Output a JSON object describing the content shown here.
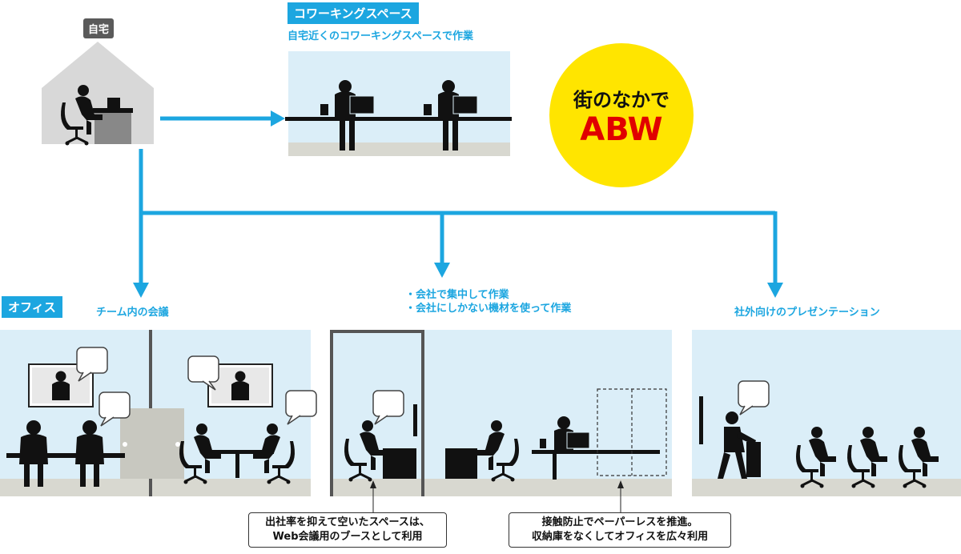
{
  "labels": {
    "home": "自宅",
    "coworking_tag": "コワーキングスペース",
    "coworking_caption": "自宅近くのコワーキングスペースで作業",
    "office_tag": "オフィス",
    "team_meeting": "チーム内の会議",
    "focus_line1": "・会社で集中して作業",
    "focus_line2": "・会社にしかない機材を使って作業",
    "presentation": "社外向けのプレゼンテーション"
  },
  "badge": {
    "line1": "街のなかで",
    "line2": "ABW"
  },
  "callouts": {
    "left_line1": "出社率を抑えて空いたスペースは、",
    "left_line2": "Web会議用のブースとして利用",
    "right_line1": "接触防止でペーパーレスを推進。",
    "right_line2": "収納庫をなくしてオフィスを広々利用"
  },
  "colors": {
    "arrow": "#1ca6e0",
    "room": "#dbeef8",
    "floor": "#d8d8d0",
    "badge": "#ffe500",
    "badge_text": "#e00000",
    "figure": "#111111"
  }
}
